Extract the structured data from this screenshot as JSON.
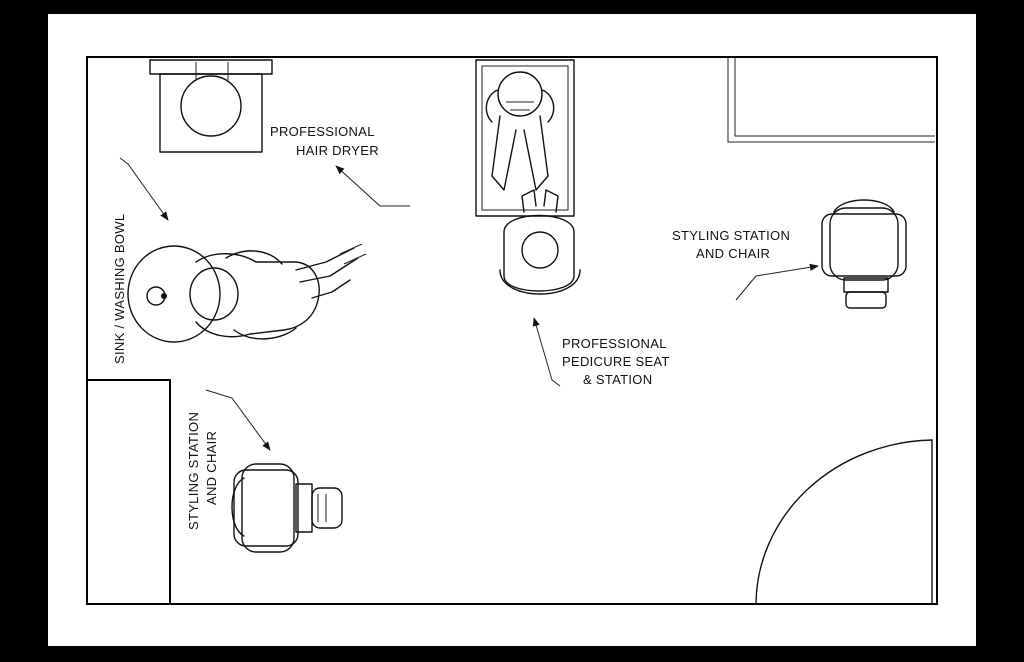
{
  "diagram": {
    "labels": {
      "sink": "SINK / WASHING BOWL",
      "dryer_line1": "PROFESSIONAL",
      "dryer_line2": "HAIR DRYER",
      "pedicure_line1": "PROFESSIONAL",
      "pedicure_line2": "PEDICURE SEAT",
      "pedicure_line3": "& STATION",
      "styling_right_line1": "STYLING STATION",
      "styling_right_line2": "AND CHAIR",
      "styling_left_line1": "STYLING STATION",
      "styling_left_line2": "AND CHAIR"
    },
    "colors": {
      "background": "#000000",
      "sheet": "#ffffff",
      "ink": "#111111"
    }
  }
}
